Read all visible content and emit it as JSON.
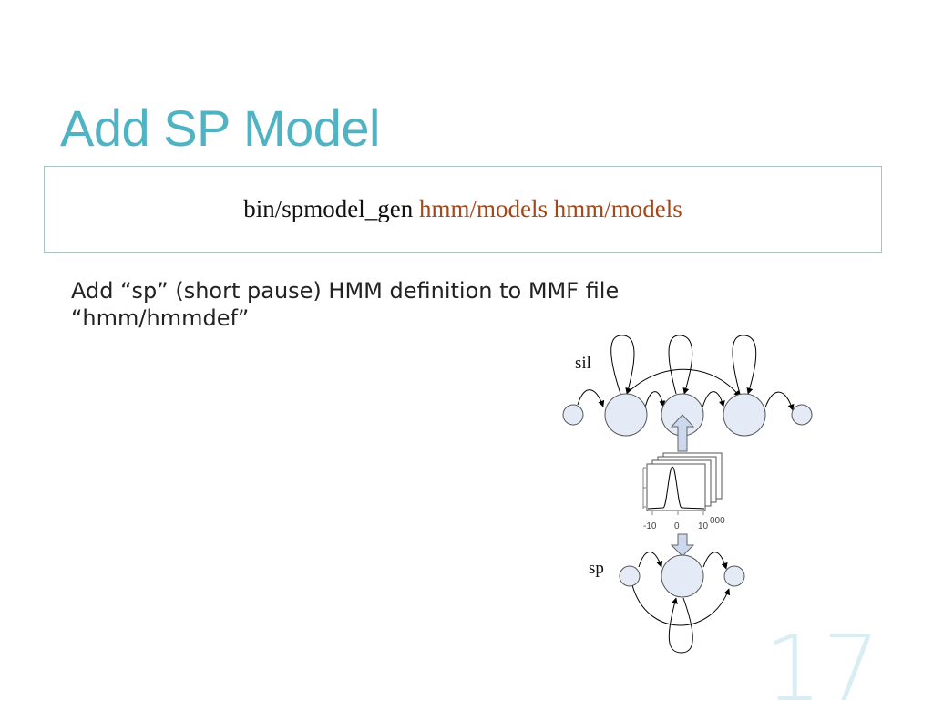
{
  "slide": {
    "title": "Add SP Model",
    "command": {
      "program": "bin/spmodel_gen",
      "args": "hmm/models hmm/models"
    },
    "description_line1": "Add “sp” (short pause) HMM definition to MMF file",
    "description_line2": "“hmm/hmmdef”",
    "slide_number": "17"
  },
  "diagram": {
    "sil_label": "sil",
    "sp_label": "sp",
    "axis_ticks": [
      "-10",
      "0",
      "10"
    ],
    "tick_suffix": "000",
    "state_fill": "#e4ebf7",
    "arrow_fill": "#ccd8ee"
  }
}
